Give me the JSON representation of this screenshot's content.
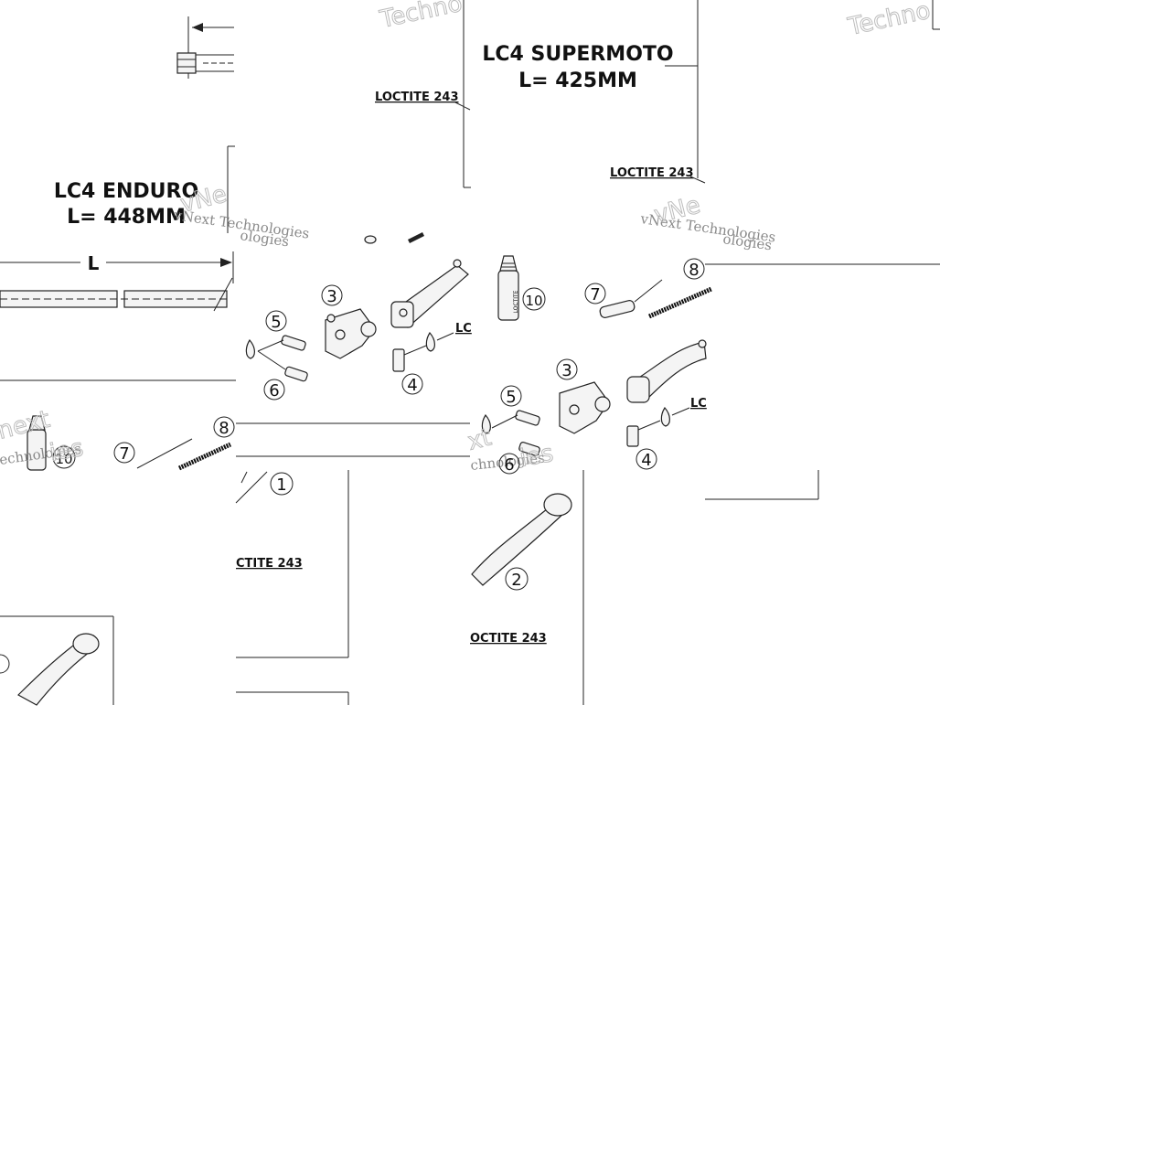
{
  "labels": {
    "enduro_title": "LC4 ENDURO",
    "enduro_length": "L= 448MM",
    "supermoto_title": "LC4 SUPERMOTO",
    "supermoto_length": "L= 425MM",
    "dimension_L": "L",
    "loctite": "LOCTITE 243",
    "loctite_partial_1": "LC",
    "loctite_partial_2": "LC",
    "loctite_partial_3": "CTITE 243",
    "loctite_partial_4": "OCTITE 243",
    "bottle_text": "LOCTITE"
  },
  "watermark": {
    "company": "vNext Technologies",
    "short": "Techno",
    "part_a": "vNe",
    "part_b": "ologies",
    "part_c": "next",
    "part_d": "echnologies",
    "part_e": "xt",
    "part_f": "chnologies"
  },
  "callouts": {
    "n1": "1",
    "n2": "2",
    "n3": "3",
    "n4": "4",
    "n5": "5",
    "n6": "6",
    "n7": "7",
    "n8": "8",
    "n10": "10"
  }
}
